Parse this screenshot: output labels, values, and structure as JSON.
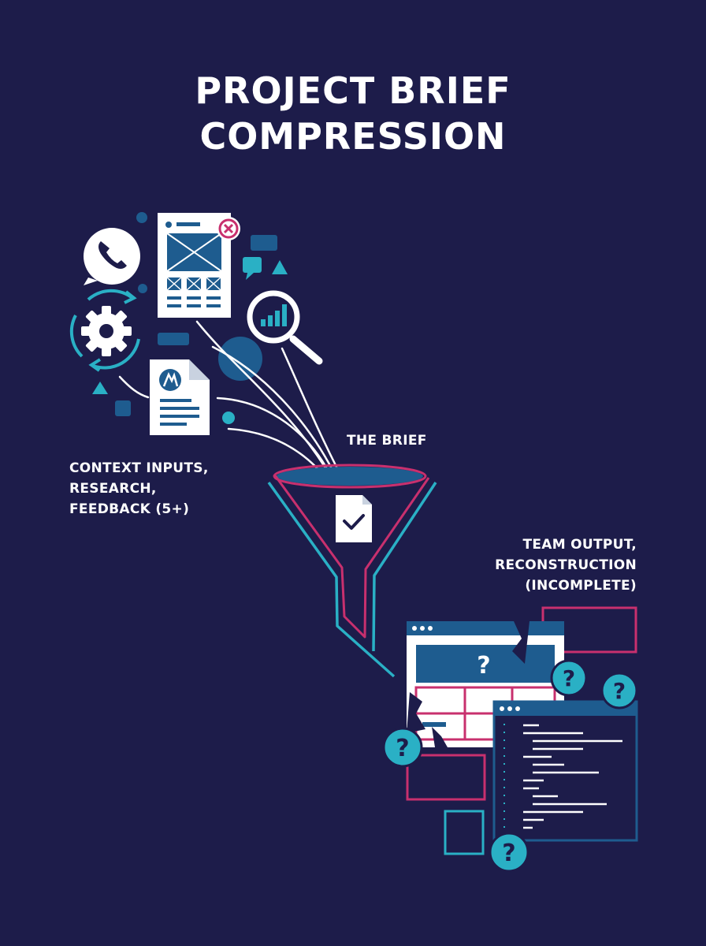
{
  "title": {
    "line1": "PROJECT BRIEF",
    "line2": "COMPRESSION"
  },
  "labels": {
    "inputs": [
      "CONTEXT INPUTS,",
      "RESEARCH,",
      "FEEDBACK (5+)"
    ],
    "brief": "THE BRIEF",
    "output": [
      "TEAM OUTPUT,",
      "RECONSTRUCTION",
      "(INCOMPLETE)"
    ]
  },
  "question_mark": "?",
  "colors": {
    "background": "#1d1c4a",
    "white": "#ffffff",
    "teal": "#2ab0c5",
    "magenta": "#c8306e",
    "blue": "#1e5c8f"
  },
  "icons": [
    "whatsapp-icon",
    "wireframe-document-icon",
    "close-icon",
    "search-chart-icon",
    "gear-sync-icon",
    "logo-document-icon",
    "chat-bubble-icon",
    "triangle-icon",
    "funnel-icon",
    "checked-document-icon",
    "browser-window-icon",
    "code-window-icon",
    "question-badge-icon"
  ]
}
